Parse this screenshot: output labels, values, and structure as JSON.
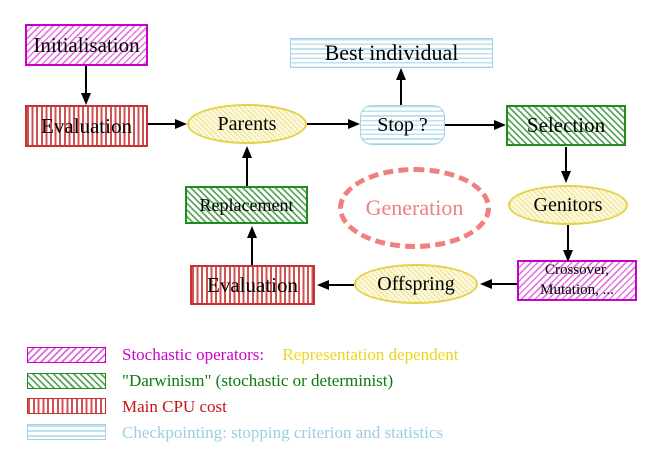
{
  "nodes": {
    "initialisation": {
      "label": "Initialisation",
      "style": "magenta-diagonal-hatch"
    },
    "evaluation_top": {
      "label": "Evaluation",
      "style": "red-vertical-stripes"
    },
    "parents": {
      "label": "Parents",
      "style": "yellow-hatch-ellipse"
    },
    "best_individual": {
      "label": "Best individual",
      "style": "cyan-horizontal-stripes"
    },
    "stop": {
      "label": "Stop ?",
      "style": "cyan-horizontal-stripes-rounded"
    },
    "selection": {
      "label": "Selection",
      "style": "green-diagonal-hatch"
    },
    "replacement": {
      "label": "Replacement",
      "style": "green-diagonal-hatch"
    },
    "generation": {
      "label": "Generation",
      "style": "salmon-dashed-ellipse"
    },
    "genitors": {
      "label": "Genitors",
      "style": "yellow-hatch-ellipse"
    },
    "crossover_mutation": {
      "line1": "Crossover,",
      "line2": "Mutation, ...",
      "style": "magenta-diagonal-hatch"
    },
    "evaluation_bottom": {
      "label": "Evaluation",
      "style": "red-vertical-stripes"
    },
    "offspring": {
      "label": "Offspring",
      "style": "yellow-hatch-ellipse"
    }
  },
  "edges": [
    {
      "from": "initialisation",
      "to": "evaluation_top"
    },
    {
      "from": "evaluation_top",
      "to": "parents"
    },
    {
      "from": "parents",
      "to": "stop"
    },
    {
      "from": "stop",
      "to": "best_individual"
    },
    {
      "from": "stop",
      "to": "selection"
    },
    {
      "from": "selection",
      "to": "genitors"
    },
    {
      "from": "genitors",
      "to": "crossover_mutation"
    },
    {
      "from": "crossover_mutation",
      "to": "offspring"
    },
    {
      "from": "offspring",
      "to": "evaluation_bottom"
    },
    {
      "from": "evaluation_bottom",
      "to": "replacement"
    },
    {
      "from": "replacement",
      "to": "parents"
    }
  ],
  "legend": [
    {
      "swatch": "magenta-diagonal-hatch",
      "text": "Stochastic operators:",
      "text2": "Representation dependent"
    },
    {
      "swatch": "green-diagonal-hatch",
      "text": "\"Darwinism\" (stochastic or determinist)"
    },
    {
      "swatch": "red-vertical-stripes",
      "text": "Main CPU cost"
    },
    {
      "swatch": "cyan-horizontal-stripes",
      "text": "Checkpointing: stopping criterion and statistics"
    }
  ],
  "colors": {
    "magenta": "#CC00CC",
    "green_border": "#1E8C1E",
    "green_text": "#0B7A0B",
    "red_border": "#C63333",
    "red_text": "#C81414",
    "cyan_border": "#A4D2E6",
    "cyan_text": "#9BCDE4",
    "yellow_border": "#E5D149",
    "gold_text": "#EDD51F",
    "salmon": "#F08080",
    "line_color": "#000000"
  }
}
